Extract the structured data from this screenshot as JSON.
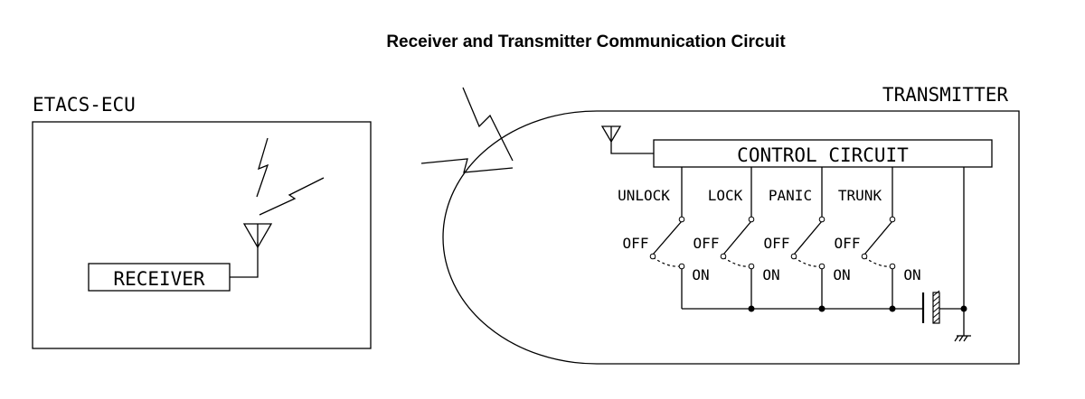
{
  "title": "Receiver and Transmitter Communication Circuit",
  "ecu": {
    "label": "ETACS-ECU",
    "receiver_label": "RECEIVER"
  },
  "transmitter": {
    "label": "TRANSMITTER",
    "control_label": "CONTROL CIRCUIT",
    "switches": [
      {
        "name": "UNLOCK",
        "off": "OFF",
        "on": "ON"
      },
      {
        "name": "LOCK",
        "off": "OFF",
        "on": "ON"
      },
      {
        "name": "PANIC",
        "off": "OFF",
        "on": "ON"
      },
      {
        "name": "TRUNK",
        "off": "OFF",
        "on": "ON"
      }
    ]
  }
}
